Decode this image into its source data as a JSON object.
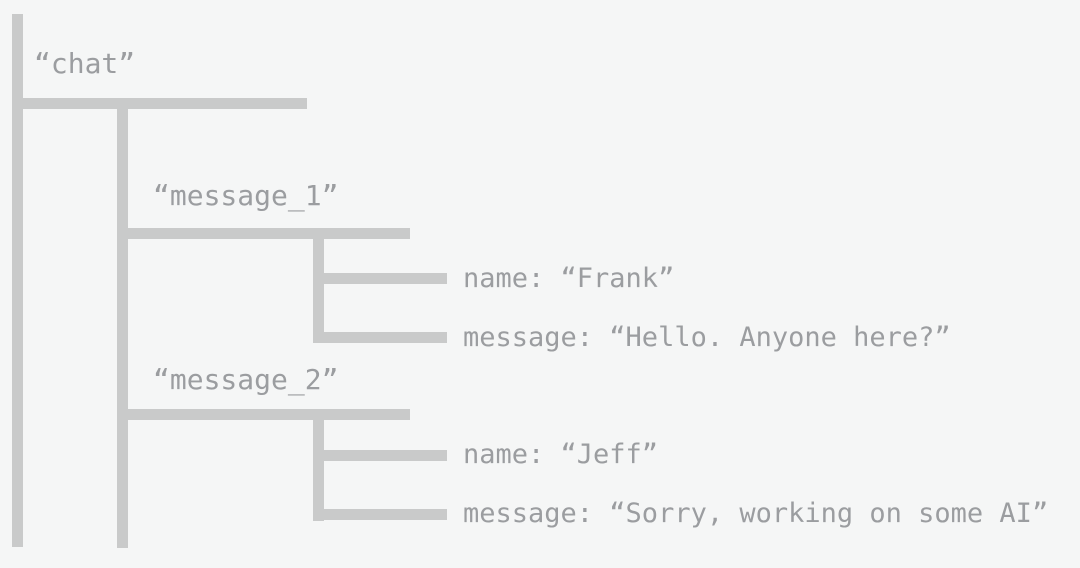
{
  "theme": {
    "background_color": "#f5f6f6",
    "line_color": "#c9caca",
    "text_color": "#9b9da0"
  },
  "tree": {
    "root": {
      "label": "“chat”"
    },
    "nodes": [
      {
        "label": "“message_1”",
        "fields": [
          {
            "text": "name: “Frank”"
          },
          {
            "text": "message: “Hello. Anyone here?”"
          }
        ]
      },
      {
        "label": "“message_2”",
        "fields": [
          {
            "text": "name: “Jeff”"
          },
          {
            "text": "message: “Sorry, working on some AI”"
          }
        ]
      }
    ]
  }
}
